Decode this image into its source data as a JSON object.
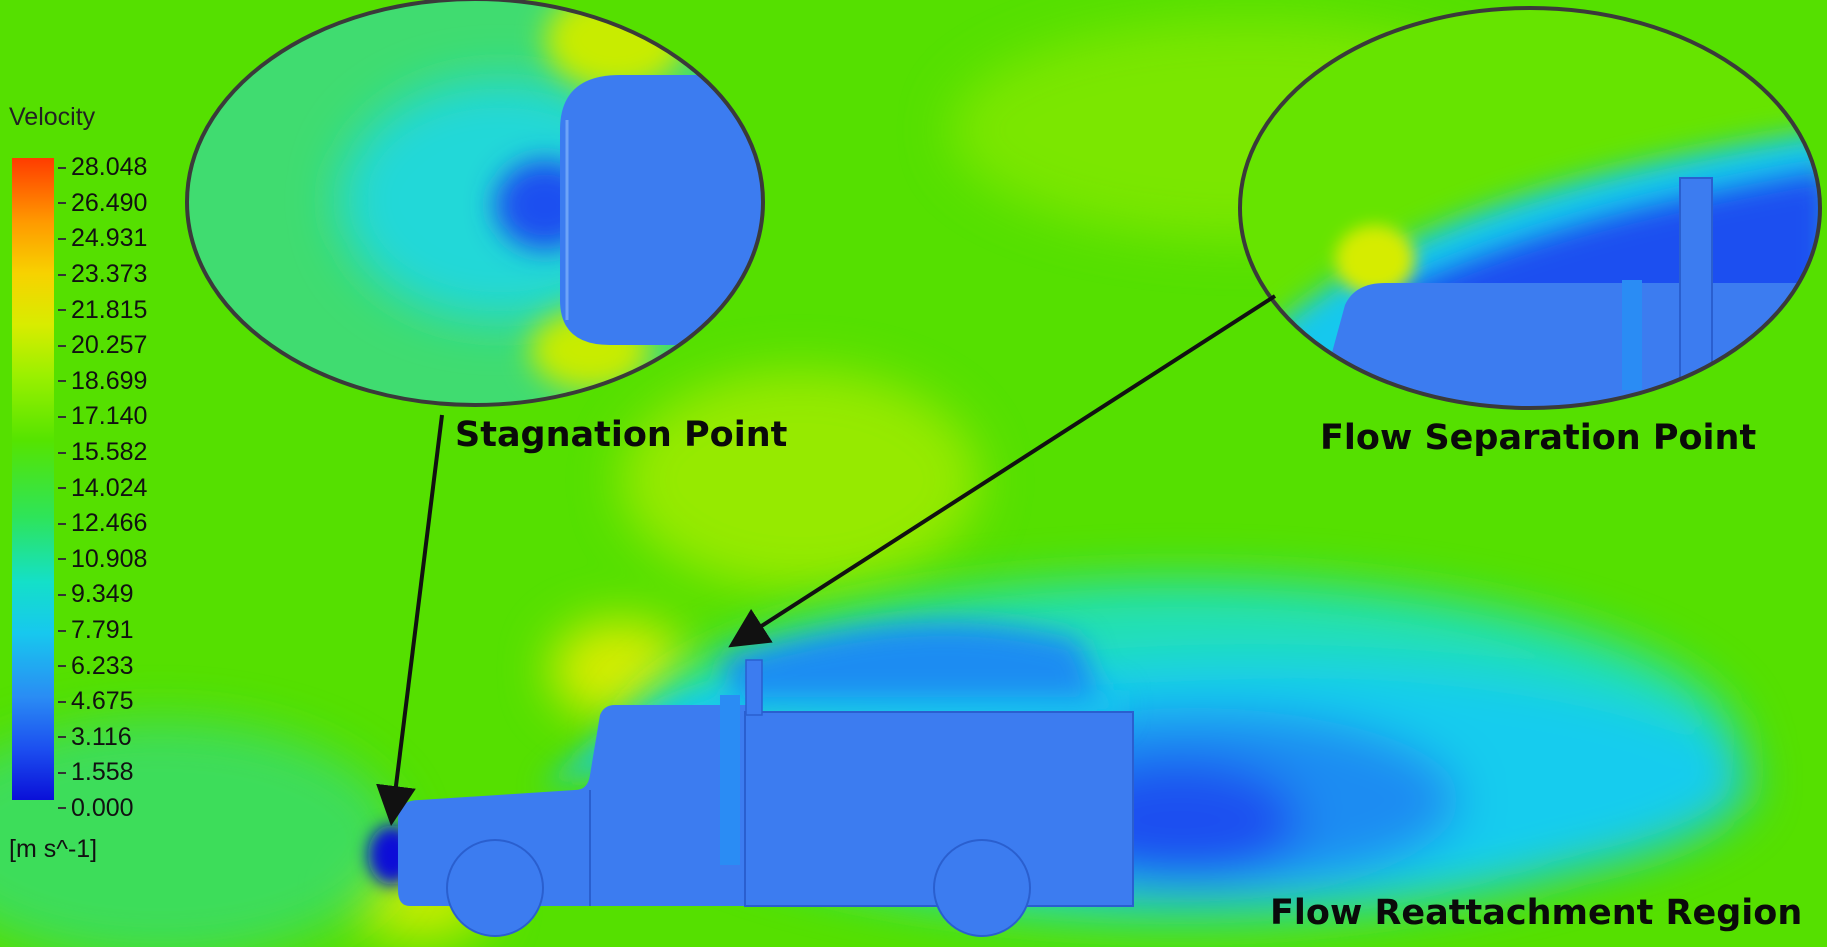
{
  "legend": {
    "title": "Velocity",
    "ticks": [
      "28.048",
      "26.490",
      "24.931",
      "23.373",
      "21.815",
      "20.257",
      "18.699",
      "17.140",
      "15.582",
      "14.024",
      "12.466",
      "10.908",
      "9.349",
      "7.791",
      "6.233",
      "4.675",
      "3.116",
      "1.558",
      "0.000"
    ],
    "unit": "[m s^-1]"
  },
  "annotations": {
    "stagnation": "Stagnation Point",
    "separation": "Flow Separation Point",
    "reattachment": "Flow Reattachment Region"
  },
  "colors": {
    "background_flow": "#55e000",
    "vehicle": "#3c7cf0",
    "low_velocity": "#0a10d8",
    "high_velocity": "#ff3c00"
  }
}
